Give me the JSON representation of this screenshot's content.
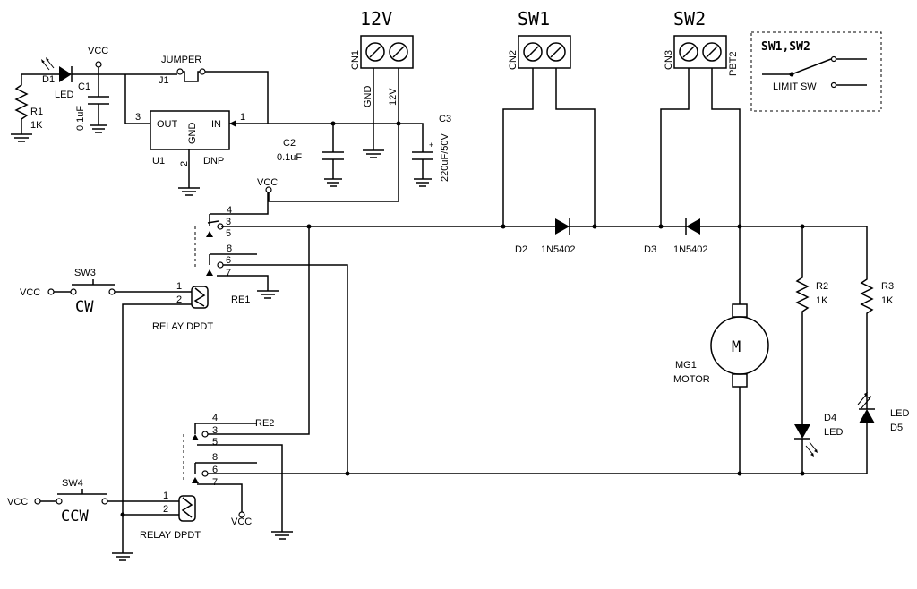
{
  "labels": {
    "r1": "R1",
    "r1_val": "1K",
    "d1": "D1",
    "d1_type": "LED",
    "c1": "C1",
    "c1_val": "0.1uF",
    "vcc": "VCC",
    "jumper": "JUMPER",
    "j1": "J1",
    "u1": "U1",
    "u1_out": "OUT",
    "u1_in": "IN",
    "u1_gnd": "GND",
    "u1_dnp": "DNP",
    "pin3": "3",
    "pin1": "1",
    "pin2": "2",
    "c2": "C2",
    "c2_val": "0.1uF",
    "c3": "C3",
    "c3_val": "220uF/50V",
    "t12v": "12V",
    "cn1": "CN1",
    "gnd": "GND",
    "v12": "12V",
    "sw1": "SW1",
    "cn2": "CN2",
    "sw2": "SW2",
    "cn3": "CN3",
    "pbt2": "PBT2",
    "legend_title": "SW1,SW2",
    "legend_text": "LIMIT SW",
    "d2": "D2",
    "d2_type": "1N5402",
    "d3": "D3",
    "d3_type": "1N5402",
    "r2": "R2",
    "r2_val": "1K",
    "r3": "R3",
    "r3_val": "1K",
    "mg1": "MG1",
    "motor": "MOTOR",
    "m": "M",
    "d4": "D4",
    "d4_type": "LED",
    "d5_type": "LED",
    "d5": "D5",
    "sw3": "SW3",
    "cw": "CW",
    "sw4": "SW4",
    "ccw": "CCW",
    "re1": "RE1",
    "re2": "RE2",
    "relay": "RELAY DPDT",
    "n1": "1",
    "n2": "2",
    "n3": "3",
    "n4": "4",
    "n5": "5",
    "n6": "6",
    "n7": "7",
    "n8": "8"
  }
}
